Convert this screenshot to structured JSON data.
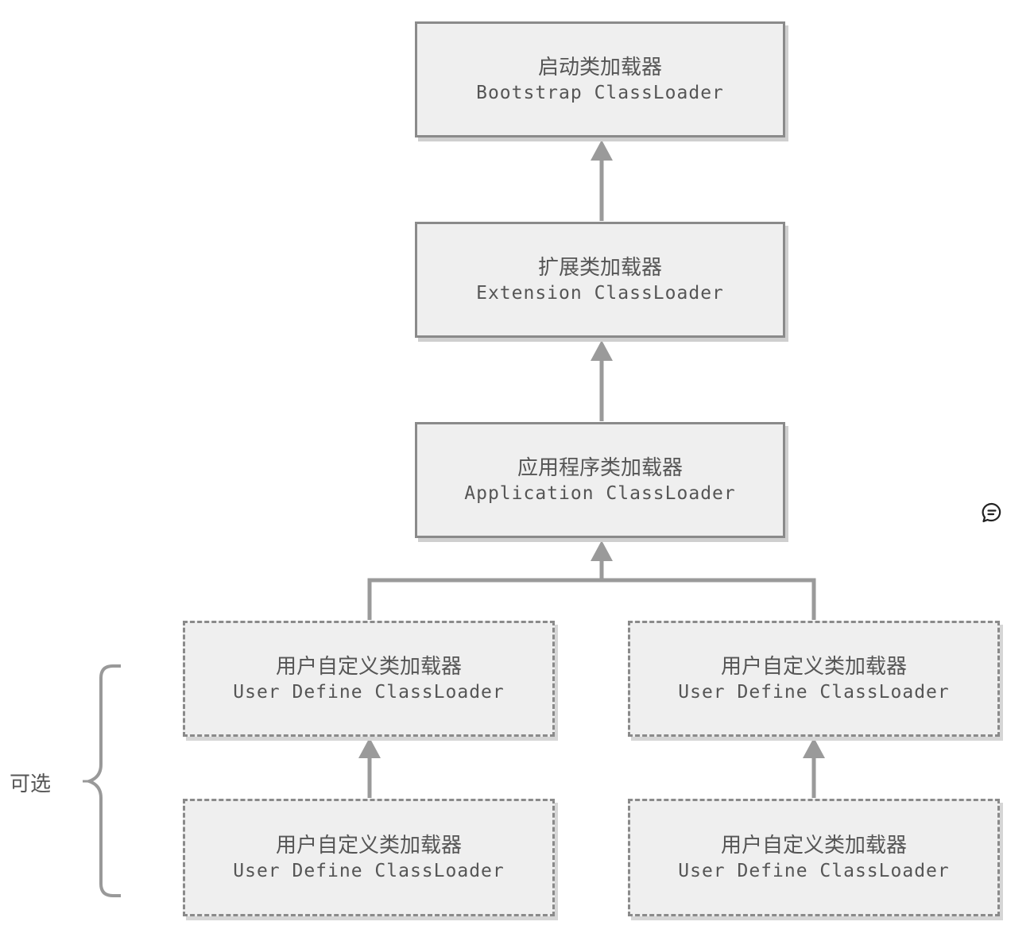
{
  "nodes": {
    "bootstrap": {
      "zh": "启动类加载器",
      "en": "Bootstrap ClassLoader"
    },
    "extension": {
      "zh": "扩展类加载器",
      "en": "Extension ClassLoader"
    },
    "application": {
      "zh": "应用程序类加载器",
      "en": "Application ClassLoader"
    },
    "user_left_top": {
      "zh": "用户自定义类加载器",
      "en": "User Define ClassLoader"
    },
    "user_right_top": {
      "zh": "用户自定义类加载器",
      "en": "User Define ClassLoader"
    },
    "user_left_bottom": {
      "zh": "用户自定义类加载器",
      "en": "User Define ClassLoader"
    },
    "user_right_bottom": {
      "zh": "用户自定义类加载器",
      "en": "User Define ClassLoader"
    }
  },
  "optional_label": "可选",
  "icons": {
    "comment": "comment-icon"
  },
  "colors": {
    "box_fill": "#efefef",
    "border": "#8a8a8a",
    "text": "#555555"
  }
}
